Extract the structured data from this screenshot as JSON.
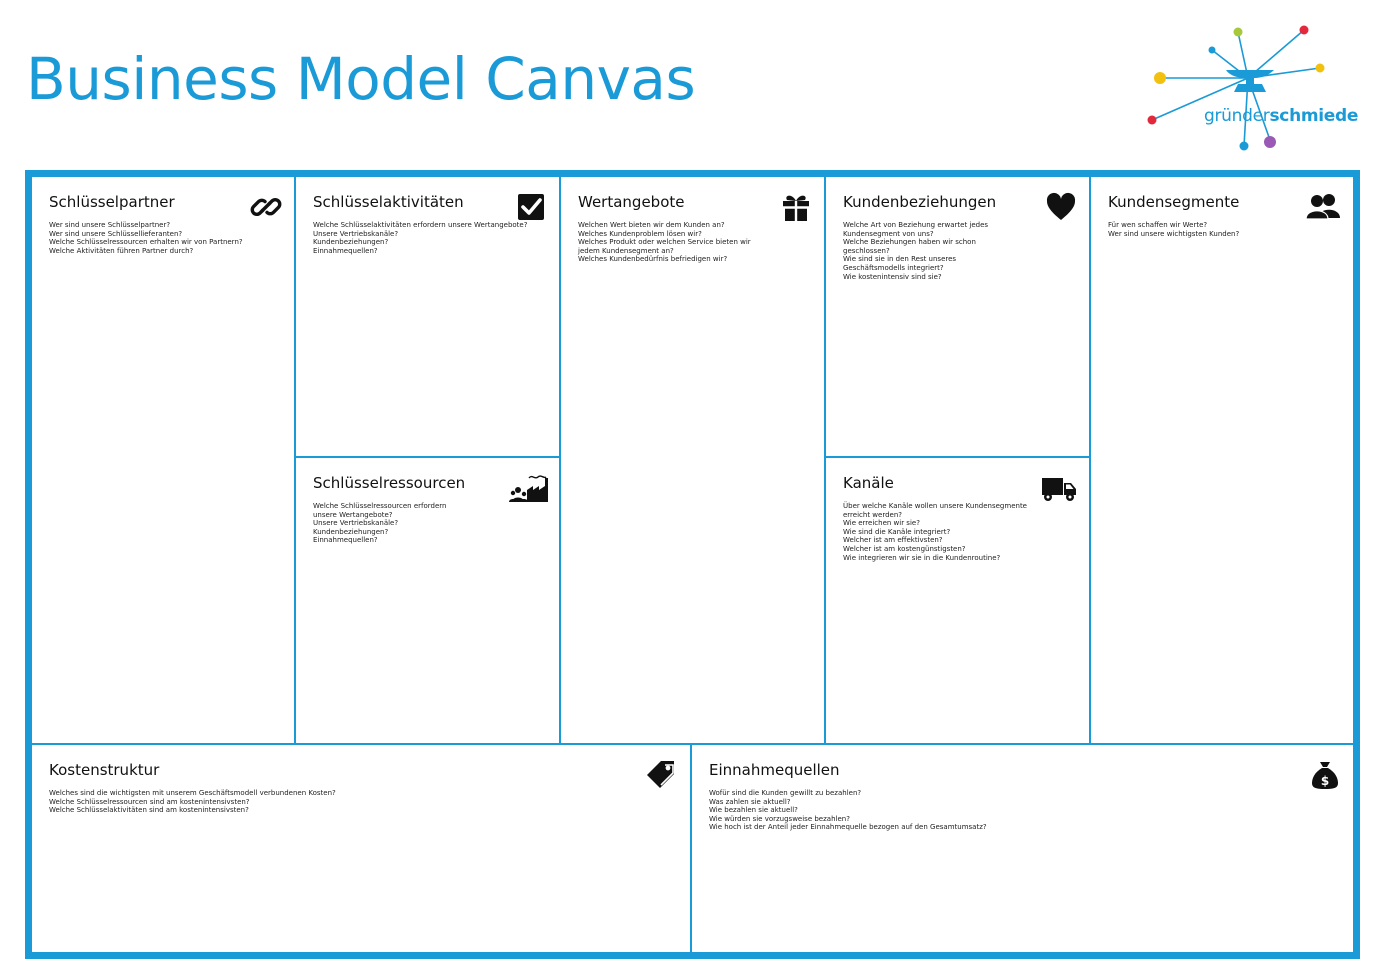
{
  "header": {
    "title": "Business Model Canvas",
    "logo": {
      "prefix": "gründer",
      "suffix": "schmiede",
      "icon": "anvil-network-logo"
    }
  },
  "colors": {
    "accent": "#1a9ad6",
    "text": "#111111"
  },
  "blocks": {
    "key_partners": {
      "title": "Schlüsselpartner",
      "icon": "link-icon",
      "questions": "Wer sind unsere Schlüsselpartner?\nWer sind unsere Schlüssellieferanten?\nWelche Schlüsselressourcen erhalten wir von Partnern?\nWelche Aktivitäten führen Partner durch?"
    },
    "key_activities": {
      "title": "Schlüsselaktivitäten",
      "icon": "checkbox-icon",
      "questions": "Welche Schlüsselaktivitäten erfordern unsere Wertangebote?\nUnsere Vertriebskanäle?\nKundenbeziehungen?\nEinnahmequellen?"
    },
    "key_resources": {
      "title": "Schlüsselressourcen",
      "icon": "factory-workers-icon",
      "questions": "Welche Schlüsselressourcen erfordern\nunsere Wertangebote?\nUnsere Vertriebskanäle?\nKundenbeziehungen?\nEinnahmequellen?"
    },
    "value_propositions": {
      "title": "Wertangebote",
      "icon": "gift-icon",
      "questions": "Welchen Wert bieten wir dem Kunden an?\nWelches Kundenproblem lösen wir?\nWelches Produkt oder welchen Service bieten wir\njedem Kundensegment an?\nWelches Kundenbedürfnis befriedigen wir?"
    },
    "customer_relationships": {
      "title": "Kundenbeziehungen",
      "icon": "heart-icon",
      "questions": "Welche Art von Beziehung erwartet jedes\nKundensegment von uns?\nWelche Beziehungen haben wir schon\ngeschlossen?\nWie sind sie in den Rest unseres\nGeschäftsmodells integriert?\nWie kostenintensiv sind sie?"
    },
    "channels": {
      "title": "Kanäle",
      "icon": "truck-icon",
      "questions": "Über welche Kanäle wollen unsere Kundensegmente\nerreicht werden?\nWie erreichen wir sie?\nWie sind die Kanäle integriert?\nWelcher ist am effektivsten?\nWelcher ist am kostengünstigsten?\nWie integrieren wir sie in die Kundenroutine?"
    },
    "customer_segments": {
      "title": "Kundensegmente",
      "icon": "people-icon",
      "questions": "Für wen schaffen wir Werte?\nWer sind unsere wichtigsten Kunden?"
    },
    "cost_structure": {
      "title": "Kostenstruktur",
      "icon": "price-tag-icon",
      "questions": "Welches sind die wichtigsten mit unserem Geschäftsmodell verbundenen Kosten?\nWelche Schlüsselressourcen sind am kostenintensivsten?\nWelche Schlüsselaktivitäten sind am kostenintensivsten?"
    },
    "revenue_streams": {
      "title": "Einnahmequellen",
      "icon": "money-bag-icon",
      "questions": "Wofür sind die Kunden gewillt zu bezahlen?\nWas zahlen sie aktuell?\nWie bezahlen sie aktuell?\nWie würden sie vorzugsweise bezahlen?\nWie hoch ist der Anteil jeder Einnahmequelle bezogen auf den Gesamtumsatz?"
    }
  }
}
